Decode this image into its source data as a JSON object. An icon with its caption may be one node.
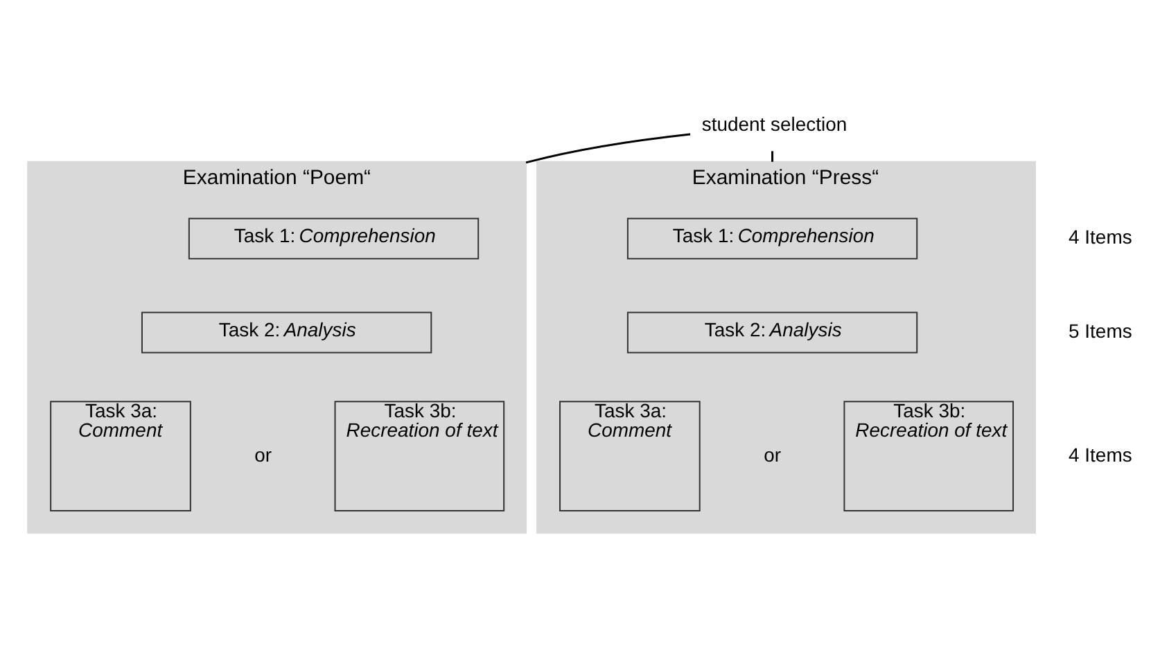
{
  "diagram": {
    "nodes": [
      {
        "text": [
          "student selection"
        ]
      },
      {
        "text": [
          "Examination “Poem“"
        ]
      },
      {
        "text": [
          "Task 1: *Comprehension*"
        ],
        "in": 1
      },
      {
        "text": [
          "Task 2: *Analysis*"
        ],
        "in": 1
      },
      {
        "text": [
          "Task 3a: *Comment*"
        ],
        "in": 1
      },
      {
        "text": [
          "Task 3b: *Recreation of text*"
        ],
        "in": 1
      },
      {
        "text": [
          "Examination “Press“"
        ]
      },
      {
        "text": [
          "Task 1: *Comprehension*"
        ],
        "in": 6
      },
      {
        "text": [
          "Task 2: *Analysis*"
        ],
        "in": 6
      },
      {
        "text": [
          "Task 3a: *Comment*"
        ],
        "in": 6
      },
      {
        "text": [
          "Task 3b: *Recreation of text*"
        ],
        "in": 6
      }
    ],
    "edges": [
      {
        "from": 0,
        "to": 1,
        "arrow": "none"
      },
      {
        "from": 0,
        "to": 6,
        "arrow": "none"
      }
    ],
    "labels": [
      "4 Items",
      "5 Items",
      "or",
      "4 Items",
      "or"
    ]
  }
}
